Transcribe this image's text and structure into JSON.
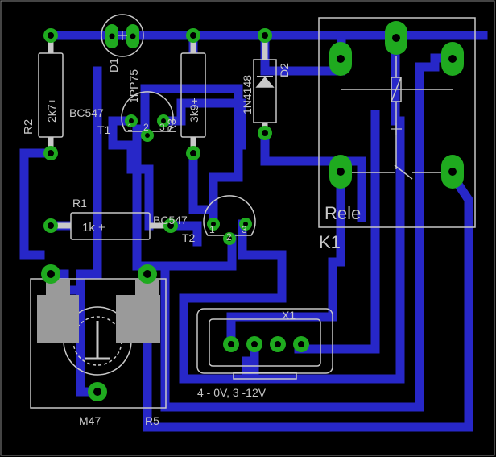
{
  "colors": {
    "background": "#000000",
    "trace": "#2727c8",
    "pad": "#1faa1f",
    "silkscreen": "#c8c8c8",
    "hole": "#000000",
    "pot_body": "#9a9a9a"
  },
  "components": {
    "r2": {
      "name": "R2",
      "value": "2k7+"
    },
    "d1": {
      "name": "D1",
      "value": "1PP75"
    },
    "r3": {
      "name": "R3",
      "value": "3k9+"
    },
    "d2": {
      "name": "D2",
      "value": "1N4148"
    },
    "t1": {
      "name": "T1",
      "value": "BC547",
      "pins": [
        "1",
        "2",
        "3"
      ]
    },
    "r1": {
      "name": "R1",
      "value": "1k +"
    },
    "t2": {
      "name": "T2",
      "value": "BC547",
      "pins": [
        "1",
        "2",
        "3"
      ]
    },
    "k1": {
      "name": "K1",
      "value": "Rele"
    },
    "x1": {
      "name": "X1",
      "value": "4 - 0V, 3 -12V"
    },
    "r5": {
      "name": "R5",
      "value": "M47"
    }
  }
}
